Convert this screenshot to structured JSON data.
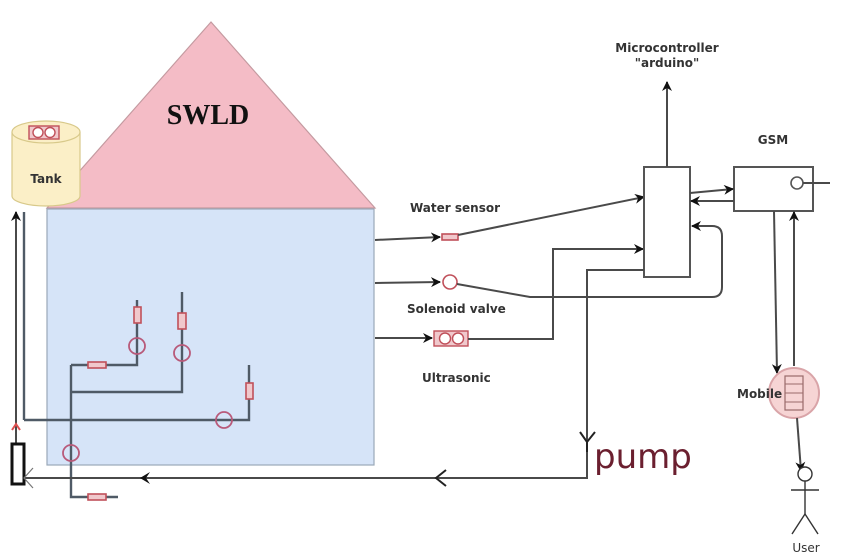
{
  "diagram": {
    "title": "SWLD",
    "colors": {
      "roof_fill": "#f4bcc6",
      "house_fill": "#d6e4f8",
      "tank_fill": "#fbefc7",
      "component_red": "#c0505a",
      "pump_text": "#6b1f2f",
      "mobile_fill": "#f6d4d4"
    },
    "nodes": {
      "tank": {
        "label": "Tank"
      },
      "water_sensor": {
        "label": "Water sensor"
      },
      "solenoid_valve": {
        "label": "Solenoid valve"
      },
      "ultrasonic": {
        "label": "Ultrasonic"
      },
      "microcontroller": {
        "label_line1": "Microcontroller",
        "label_line2": "\"arduino\""
      },
      "gsm": {
        "label": "GSM"
      },
      "mobile": {
        "label": "Mobile"
      },
      "user": {
        "label": "User"
      },
      "pump": {
        "label": "pump"
      }
    },
    "edges": [
      {
        "from": "house",
        "to": "water_sensor"
      },
      {
        "from": "water_sensor",
        "to": "microcontroller"
      },
      {
        "from": "house",
        "to": "solenoid_valve"
      },
      {
        "from": "solenoid_valve",
        "to": "microcontroller"
      },
      {
        "from": "house",
        "to": "ultrasonic"
      },
      {
        "from": "ultrasonic",
        "to": "microcontroller"
      },
      {
        "from": "microcontroller",
        "to": "gsm"
      },
      {
        "from": "gsm",
        "to": "microcontroller"
      },
      {
        "from": "gsm",
        "to": "mobile"
      },
      {
        "from": "mobile",
        "to": "gsm"
      },
      {
        "from": "mobile",
        "to": "user"
      },
      {
        "from": "microcontroller",
        "to": "pump"
      },
      {
        "from": "pump",
        "to": "house"
      },
      {
        "from": "house",
        "to": "tank"
      }
    ]
  }
}
